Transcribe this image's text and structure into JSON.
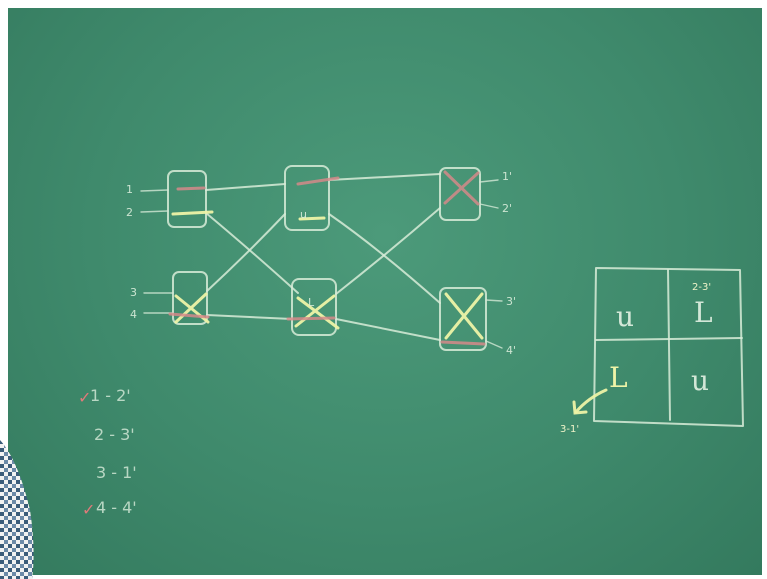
{
  "network": {
    "input_labels": [
      "1",
      "2",
      "3",
      "4"
    ],
    "output_labels": [
      "1'",
      "2'",
      "3'",
      "4'"
    ],
    "switch_marks": [
      "u",
      "L"
    ]
  },
  "table": {
    "cells": [
      "u",
      "L",
      "L",
      "u"
    ],
    "annotation_top_right": "2-3'",
    "arrow_label": "3-1'"
  },
  "mappings": [
    {
      "text": "1 - 2'",
      "tick": "✓"
    },
    {
      "text": "2 - 3'",
      "tick": ""
    },
    {
      "text": "3 - 1'",
      "tick": ""
    },
    {
      "text": "4 - 4'",
      "tick": "✓"
    }
  ],
  "colors": {
    "board": "#3f8a6c",
    "chalk": "#d8ecd8",
    "red_chalk": "#d58a8a",
    "yellow_chalk": "#eef3a6"
  }
}
